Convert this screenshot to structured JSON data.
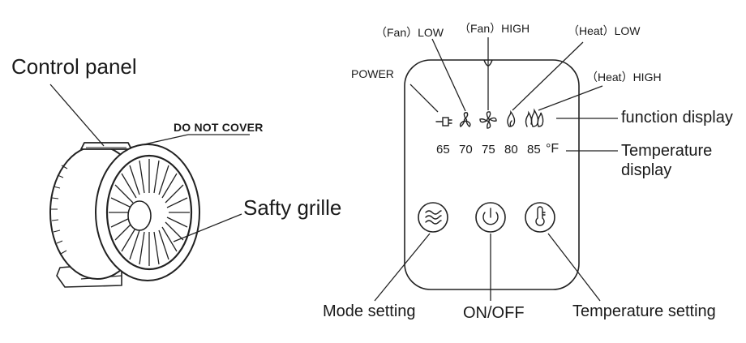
{
  "heater_labels": {
    "control_panel": "Control panel",
    "do_not_cover": "DO NOT COVER",
    "safety_grille": "Safty grille"
  },
  "panel_labels": {
    "power": "POWER",
    "fan_low": "（Fan）LOW",
    "fan_high": "（Fan）HIGH",
    "heat_low": "（Heat）LOW",
    "heat_high": "（Heat）HIGH",
    "function_display": "function display",
    "temperature_display_line1": "Temperature",
    "temperature_display_line2": "display",
    "mode_setting": "Mode setting",
    "on_off": "ON/OFF",
    "temperature_setting": "Temperature setting"
  },
  "temperature_readout": {
    "values": [
      "65",
      "70",
      "75",
      "80",
      "85"
    ],
    "unit": "°F"
  },
  "icons": {
    "power": "plug-icon",
    "fan_low": "fan-low-icon",
    "fan_high": "fan-high-icon",
    "heat_low": "flame-low-icon",
    "heat_high": "flame-high-icon",
    "mode_button": "waves-icon",
    "power_button": "power-icon",
    "temp_button": "thermometer-icon"
  }
}
